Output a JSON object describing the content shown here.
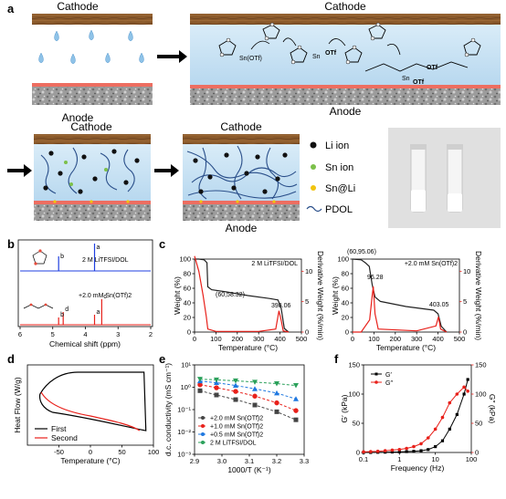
{
  "colors": {
    "black": "#000000",
    "red": "#e8201a",
    "blue": "#1f3fe0",
    "green": "#2aa05a",
    "liquid": "#cfe6f6",
    "liquid_dark": "#a9cdea",
    "wood": "#8b5a2b",
    "anode": "#9a9a9a",
    "li_ion": "#111111",
    "sn_ion": "#7cc04a",
    "sn_li": "#f1c40f",
    "polymer": "#2a4f8a",
    "droplet": "#8fc3e8"
  },
  "panel_a": {
    "label": "a",
    "cathode": "Cathode",
    "anode": "Anode",
    "monomer_label": "Sn(OTf)",
    "otf_label": "OTf",
    "sn_label": "Sn",
    "legend": [
      {
        "text": "Li ion",
        "icon": "black-dot"
      },
      {
        "text": "Sn ion",
        "icon": "green-dot"
      },
      {
        "text": "Sn@Li",
        "icon": "yellow-dot"
      },
      {
        "text": "PDOL",
        "icon": "wave-line"
      }
    ]
  },
  "chart_data": [
    {
      "panel": "b",
      "type": "line",
      "xlabel": "Chemical shift (ppm)",
      "xlim": [
        6,
        2
      ],
      "xticks": [
        2,
        3,
        4,
        5,
        6
      ],
      "series": [
        {
          "name": "2 M LiTFSI/DOL",
          "peaks": [
            {
              "x": 3.72,
              "label": "a"
            },
            {
              "x": 4.82,
              "label": "b"
            }
          ]
        },
        {
          "name": "+2.0 mM Sn(OTf)2",
          "peaks": [
            {
              "x": 3.5,
              "label": "c"
            },
            {
              "x": 3.72,
              "label": "a"
            },
            {
              "x": 4.68,
              "label": "d"
            },
            {
              "x": 4.82,
              "label": "b"
            }
          ]
        }
      ]
    },
    {
      "panel": "c-left",
      "type": "line",
      "title": "2 M LiTFSI/DOL",
      "xlabel": "Temperature (°C)",
      "ylabel": "Weight (%)",
      "y2label": "Derivative Weight (%/min)",
      "xlim": [
        0,
        500
      ],
      "ylim": [
        0,
        100
      ],
      "y2lim": [
        0,
        12
      ],
      "xticks": [
        0,
        100,
        200,
        300,
        400,
        500
      ],
      "yticks": [
        0,
        20,
        40,
        60,
        80,
        100
      ],
      "y2ticks": [
        0,
        5,
        10
      ],
      "annotations": [
        "(60,58.32)",
        "398.06"
      ],
      "weight": [
        [
          0,
          100
        ],
        [
          20,
          100
        ],
        [
          45,
          99
        ],
        [
          58,
          95
        ],
        [
          62,
          62
        ],
        [
          80,
          58
        ],
        [
          150,
          55
        ],
        [
          250,
          50
        ],
        [
          350,
          46
        ],
        [
          390,
          44
        ],
        [
          405,
          33
        ],
        [
          420,
          5
        ],
        [
          440,
          0
        ]
      ],
      "derivative": [
        [
          0,
          12.5
        ],
        [
          20,
          10
        ],
        [
          40,
          6
        ],
        [
          55,
          2.5
        ],
        [
          62,
          0.5
        ],
        [
          100,
          0.1
        ],
        [
          300,
          0.1
        ],
        [
          380,
          0.5
        ],
        [
          395,
          3.5
        ],
        [
          405,
          2
        ],
        [
          415,
          0.2
        ],
        [
          440,
          0
        ]
      ]
    },
    {
      "panel": "c-right",
      "type": "line",
      "title": "+2.0 mM Sn(OTf)2",
      "xlabel": "Temperature (°C)",
      "ylabel": "Weight (%)",
      "y2label": "Derivative Weight (%/min)",
      "xlim": [
        0,
        500
      ],
      "ylim": [
        0,
        100
      ],
      "y2lim": [
        0,
        12
      ],
      "xticks": [
        0,
        100,
        200,
        300,
        400,
        500
      ],
      "yticks": [
        0,
        20,
        40,
        60,
        80,
        100
      ],
      "y2ticks": [
        0,
        5,
        10
      ],
      "annotations": [
        "(60,95.06)",
        "96.28",
        "403.05"
      ],
      "weight": [
        [
          0,
          100
        ],
        [
          40,
          99
        ],
        [
          60,
          95
        ],
        [
          78,
          90
        ],
        [
          92,
          65
        ],
        [
          105,
          48
        ],
        [
          130,
          42
        ],
        [
          250,
          35
        ],
        [
          380,
          30
        ],
        [
          400,
          25
        ],
        [
          415,
          8
        ],
        [
          440,
          0
        ]
      ],
      "derivative": [
        [
          0,
          0
        ],
        [
          40,
          0
        ],
        [
          80,
          2
        ],
        [
          92,
          6
        ],
        [
          97,
          7.5
        ],
        [
          105,
          3
        ],
        [
          120,
          0.5
        ],
        [
          300,
          0.2
        ],
        [
          390,
          1
        ],
        [
          402,
          2.5
        ],
        [
          412,
          0.5
        ],
        [
          440,
          0
        ]
      ]
    },
    {
      "panel": "d",
      "type": "line",
      "xlabel": "Temperature (°C)",
      "ylabel": "Heat Flow (W/g)",
      "xlim": [
        -100,
        100
      ],
      "ylim": [
        -1,
        1
      ],
      "xticks": [
        -50,
        0,
        50,
        100
      ],
      "series": [
        {
          "name": "First",
          "color": "#000000"
        },
        {
          "name": "Second",
          "color": "#e8201a"
        }
      ]
    },
    {
      "panel": "e",
      "type": "scatter",
      "xlabel": "1000/T (K⁻¹)",
      "ylabel": "d.c. conductivity (mS cm⁻¹)",
      "xlim": [
        2.9,
        3.3
      ],
      "ylog": true,
      "ylim": [
        0.001,
        10
      ],
      "xticks": [
        2.9,
        3.0,
        3.1,
        3.2,
        3.3
      ],
      "yticks": [
        "10⁻³",
        "10⁻²",
        "10⁻¹",
        "10⁰",
        "10¹"
      ],
      "x": [
        2.92,
        2.98,
        3.05,
        3.12,
        3.2,
        3.27
      ],
      "series": [
        {
          "name": "+2.0 mM Sn(OTf)2",
          "marker": "square",
          "color": "#444444",
          "values": [
            0.7,
            0.45,
            0.28,
            0.16,
            0.08,
            0.035
          ]
        },
        {
          "name": "+1.0 mM Sn(OTf)2",
          "marker": "circle",
          "color": "#e8201a",
          "values": [
            1.3,
            0.95,
            0.65,
            0.4,
            0.2,
            0.09
          ]
        },
        {
          "name": "+0.5 mM Sn(OTf)2",
          "marker": "triangle-up",
          "color": "#1f78e0",
          "values": [
            1.9,
            1.6,
            1.2,
            0.85,
            0.55,
            0.3
          ]
        },
        {
          "name": "2 M LiTFSI/DOL",
          "marker": "triangle-down",
          "color": "#2aa05a",
          "values": [
            2.3,
            2.15,
            1.95,
            1.7,
            1.45,
            1.2
          ]
        }
      ]
    },
    {
      "panel": "f",
      "type": "line",
      "xlabel": "Frequency (Hz)",
      "ylabel": "G′ (kPa)",
      "y2label": "G″ (kPa)",
      "xlog": true,
      "xlim": [
        0.1,
        100
      ],
      "ylim": [
        0,
        150
      ],
      "y2lim": [
        0,
        150
      ],
      "xticks": [
        "0.1",
        "1",
        "10",
        "100"
      ],
      "yticks": [
        0,
        50,
        100,
        150
      ],
      "y2ticks": [
        0,
        50,
        100,
        150
      ],
      "x": [
        0.1,
        0.158,
        0.25,
        0.4,
        0.63,
        1,
        1.58,
        2.5,
        4,
        6.3,
        10,
        15.8,
        25,
        40,
        63,
        80
      ],
      "series": [
        {
          "name": "G′",
          "color": "#000000",
          "values": [
            0,
            0,
            0.3,
            0.5,
            0.8,
            1,
            1.5,
            2,
            3,
            5,
            10,
            20,
            40,
            65,
            100,
            125
          ]
        },
        {
          "name": "G″",
          "color": "#e8201a",
          "values": [
            1,
            1.5,
            2,
            3,
            4,
            5,
            7,
            10,
            15,
            25,
            40,
            60,
            85,
            100,
            112,
            105
          ]
        }
      ]
    }
  ]
}
